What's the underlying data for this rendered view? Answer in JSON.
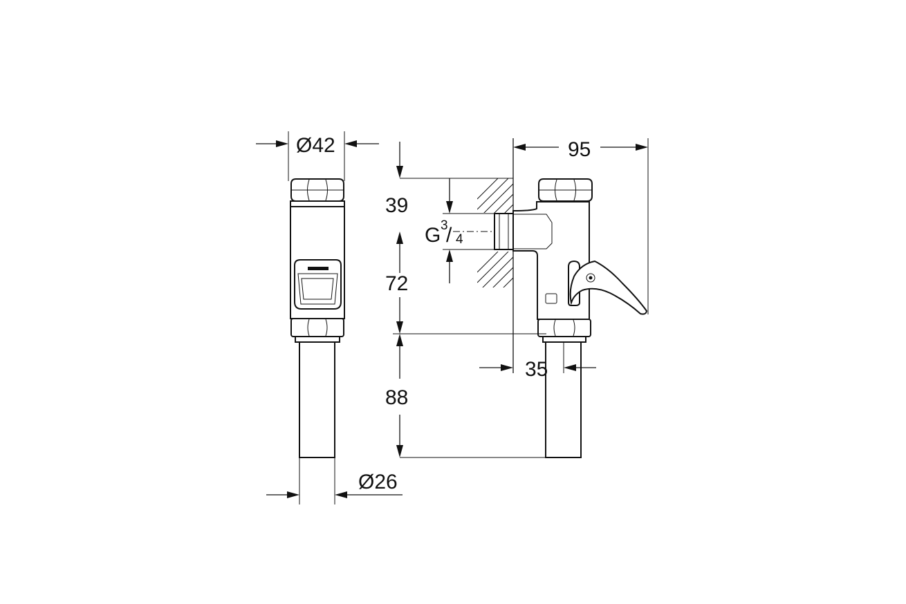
{
  "dimensions": {
    "pipe_outer_diameter": "Ø42",
    "pipe_inner_diameter": "Ø26",
    "overall_depth": "95",
    "top_to_inlet": "39",
    "inlet_to_lower": "72",
    "lower_to_bottom": "88",
    "wall_offset": "35",
    "thread_prefix": "G",
    "thread_num": "3",
    "thread_slash": "/",
    "thread_den": "4"
  },
  "colors": {
    "line": "#111111",
    "background": "#ffffff"
  }
}
